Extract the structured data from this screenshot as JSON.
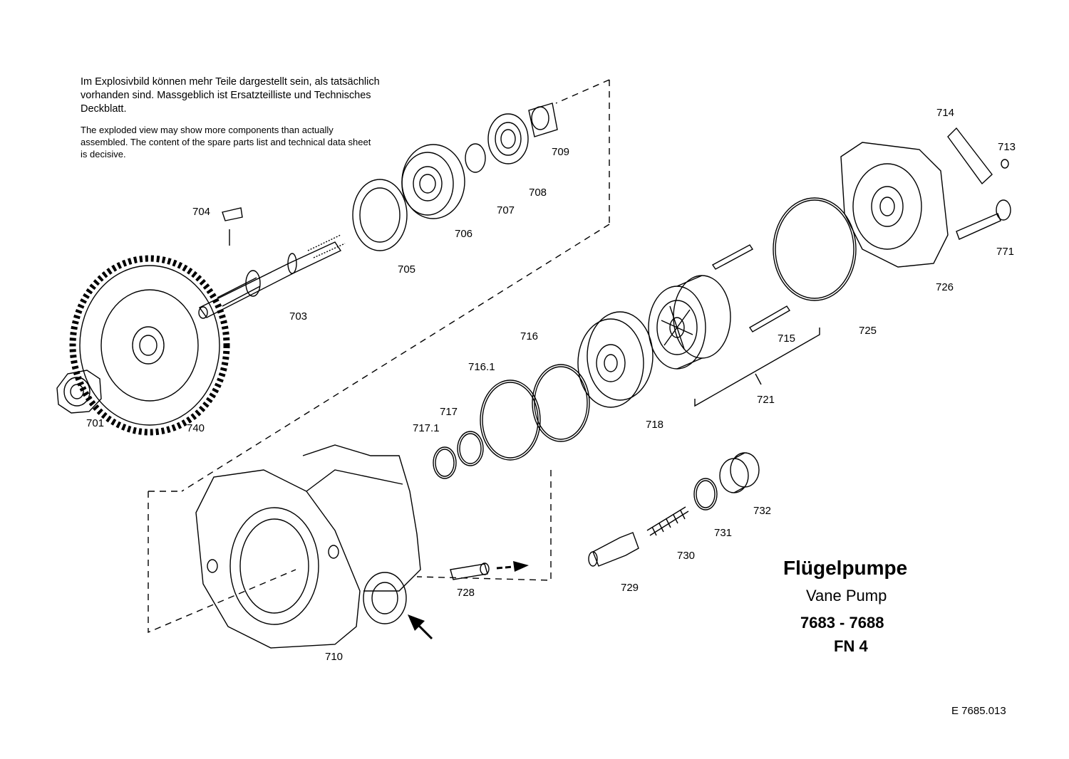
{
  "note": {
    "de": "Im Explosivbild können mehr Teile dargestellt sein, als tatsächlich vorhanden sind. Massgeblich ist Ersatzteilliste und Technisches Deckblatt.",
    "en": "The exploded view may show more  components than actually assembled. The content of the spare parts list and technical data sheet is decisive."
  },
  "part_labels": {
    "p701": "701",
    "p703": "703",
    "p704": "704",
    "p705": "705",
    "p706": "706",
    "p707": "707",
    "p708": "708",
    "p709": "709",
    "p710": "710",
    "p713": "713",
    "p714": "714",
    "p715": "715",
    "p716": "716",
    "p716_1": "716.1",
    "p717": "717",
    "p717_1": "717.1",
    "p718": "718",
    "p721": "721",
    "p725": "725",
    "p726": "726",
    "p728": "728",
    "p729": "729",
    "p730": "730",
    "p731": "731",
    "p732": "732",
    "p740": "740",
    "p771": "771"
  },
  "title": {
    "de": "Flügelpumpe",
    "en": "Vane Pump",
    "model_range": "7683 - 7688",
    "fn": "FN 4"
  },
  "drawing_number": "E  7685.013"
}
